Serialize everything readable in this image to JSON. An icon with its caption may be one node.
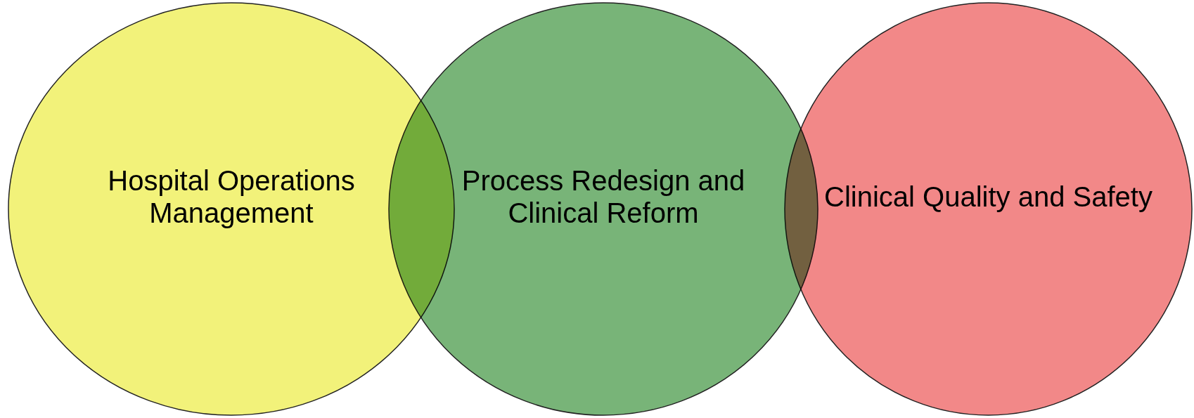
{
  "diagram": {
    "nodes": [
      {
        "text": [
          "Hospital Operations Management"
        ]
      },
      {
        "text": [
          "Process Redesign and Clinical Reform"
        ]
      },
      {
        "text": [
          "Clinical Quality and Safety"
        ]
      }
    ]
  }
}
